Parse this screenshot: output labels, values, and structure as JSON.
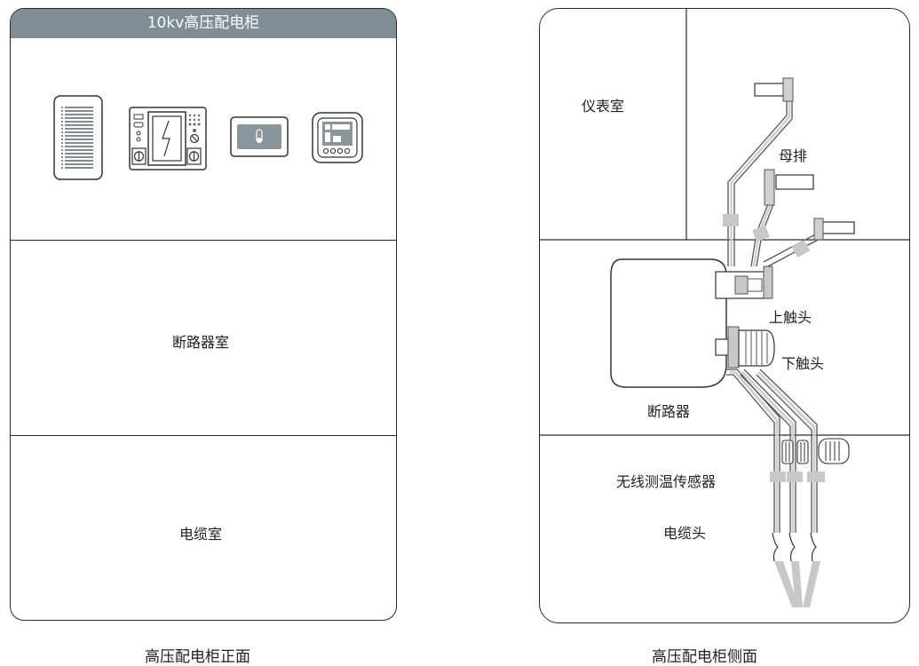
{
  "front": {
    "header_title": "10kv高压配电柜",
    "breaker_room_label": "断路器室",
    "cable_room_label": "电缆室",
    "caption": "高压配电柜正面"
  },
  "side": {
    "instrument_room_label": "仪表室",
    "busbar_label": "母排",
    "upper_contact_label": "上触头",
    "lower_contact_label": "下触头",
    "breaker_label": "断路器",
    "sensor_label": "无线测温传感器",
    "cable_head_label": "电缆头",
    "caption": "高压配电柜侧面"
  },
  "colors": {
    "header_bg": "#7f8e95",
    "line": "#2b2b2b",
    "sensor_grey": "#c8c8c8",
    "device_grey": "#8a969b"
  },
  "icons": [
    "indicator-panel-icon",
    "switch-panel-icon",
    "temperature-display-icon",
    "control-screen-icon"
  ]
}
